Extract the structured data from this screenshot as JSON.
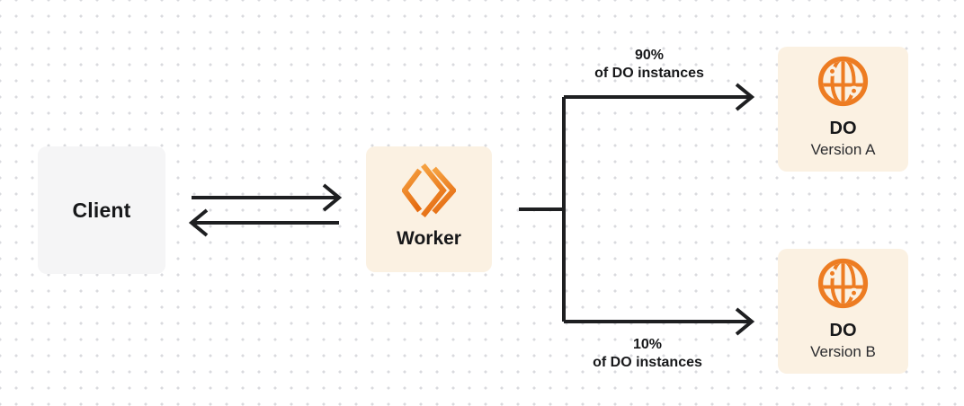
{
  "nodes": {
    "client": {
      "label": "Client"
    },
    "worker": {
      "label": "Worker"
    },
    "do_version_a": {
      "title": "DO",
      "subtitle": "Version A"
    },
    "do_version_b": {
      "title": "DO",
      "subtitle": "Version B"
    }
  },
  "edge_labels": {
    "top": {
      "percent": "90%",
      "caption": "of DO instances"
    },
    "bottom": {
      "percent": "10%",
      "caption": "of DO instances"
    }
  },
  "icons": {
    "worker_icon": "double-chevron-diamond",
    "do_icon": "globe-with-nodes"
  },
  "colors": {
    "accent_orange": "#ED7C22",
    "worker_icon_gradient_light": "#F5A03F",
    "worker_icon_gradient_dark": "#E56C12",
    "node_cream_bg": "#FBF1E2",
    "node_gray_bg": "#F5F5F6",
    "connector_dark": "#1E1F21",
    "canvas_dot": "#D9DADE",
    "canvas_bg": "#FFFFFF"
  }
}
